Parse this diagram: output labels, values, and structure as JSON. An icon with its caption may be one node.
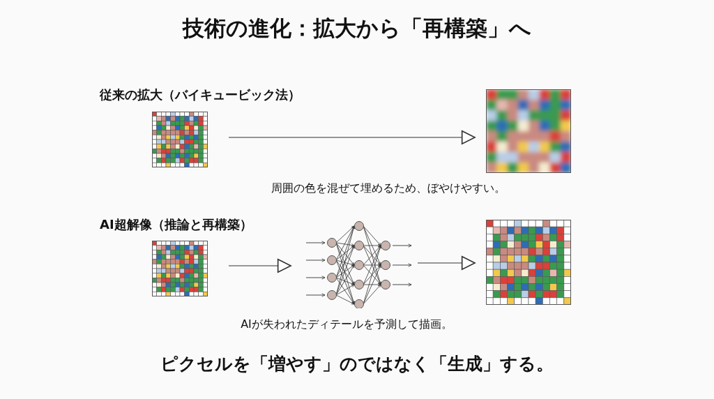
{
  "diagram": {
    "title": "技術の進化：拡大から「再構築」へ",
    "caption": "ピクセルを「増やす」のではなく「生成」する。",
    "nodes": [
      {
        "text": [],
        "shape": "picture"
      },
      {
        "text": [],
        "shape": "picture"
      },
      {
        "text": [],
        "shape": "picture"
      },
      {
        "text": [],
        "shape": "picture"
      },
      {
        "text": [],
        "shape": "picture"
      }
    ],
    "edges": [
      {
        "from": 0,
        "to": 1,
        "arrow": "to"
      },
      {
        "from": 2,
        "to": 3,
        "arrow": "to"
      },
      {
        "from": 3,
        "to": 4,
        "arrow": "to"
      }
    ],
    "labels": [
      "従来の拡大（バイキュービック法）",
      "周囲の色を混ぜて埋めるため、ぼやけやすい。",
      "AI超解像（推論と再構築）",
      "AIが失われたディテールを予測して描画。"
    ]
  }
}
